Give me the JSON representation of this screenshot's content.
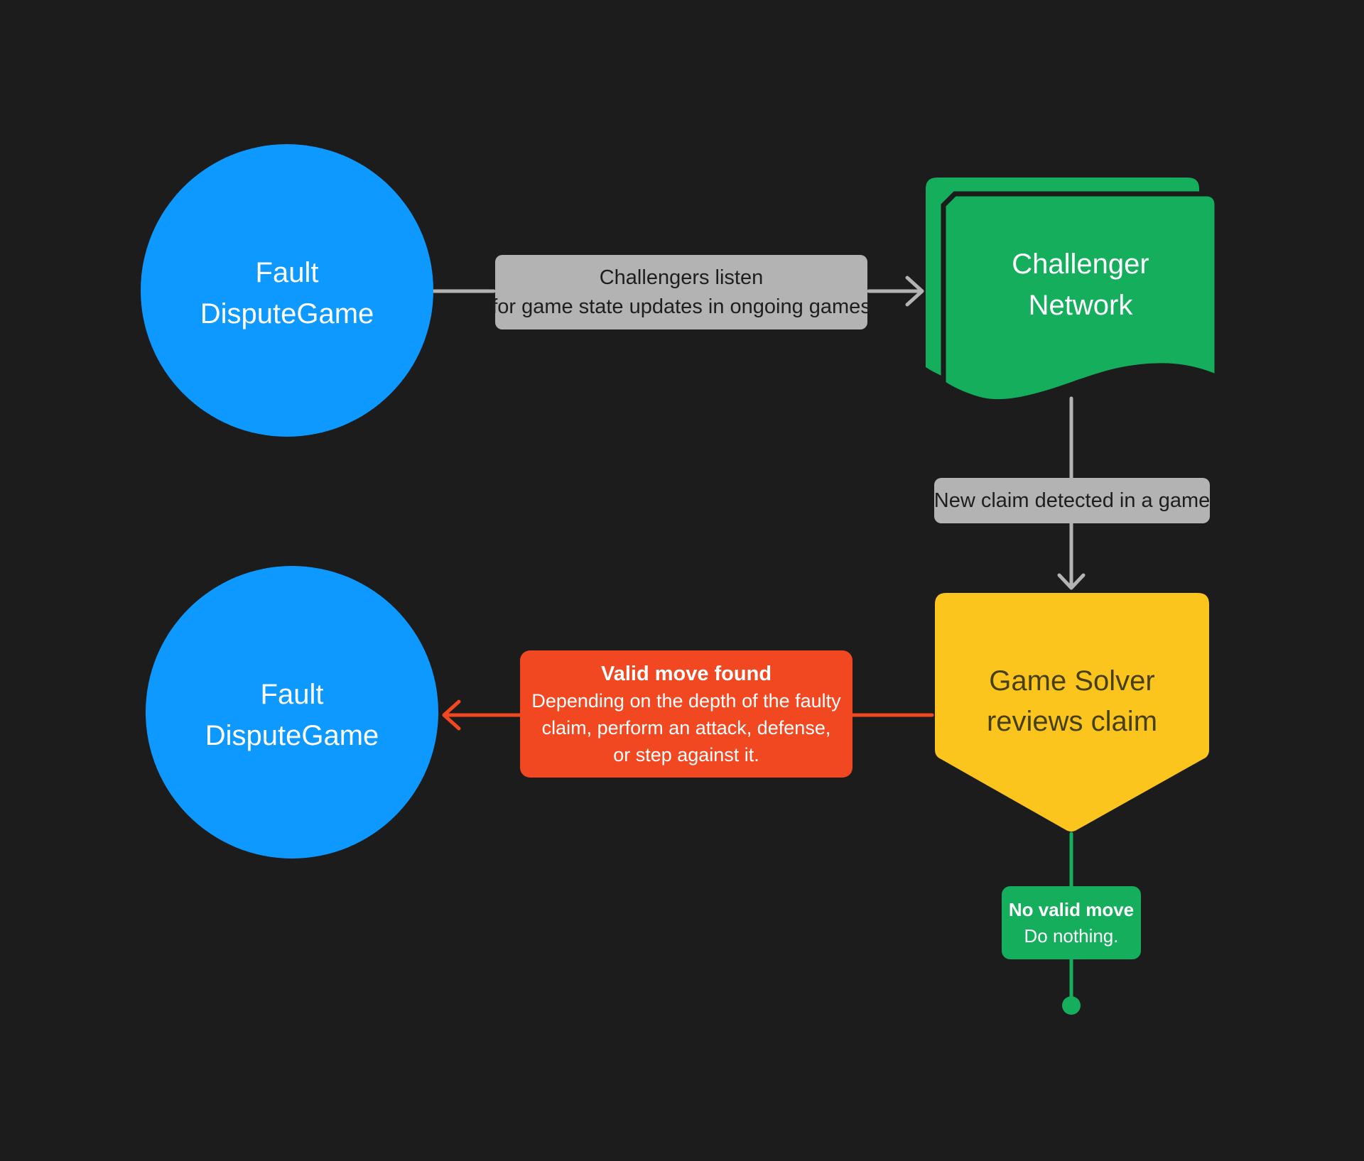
{
  "colors": {
    "background": "#1C1C1C",
    "blue": "#0D99FF",
    "green": "#14AE5C",
    "yellow": "#FBC51D",
    "red": "#F24822",
    "gray": "#B3B3B3",
    "dark_text": "#1E1E1E",
    "yellow_text": "#473F15",
    "white_text": "#FFFFFF"
  },
  "nodes": {
    "fault_top": {
      "line1": "Fault",
      "line2": "DisputeGame"
    },
    "challenger_network": {
      "line1": "Challenger",
      "line2": "Network"
    },
    "game_solver": {
      "line1": "Game Solver",
      "line2": "reviews claim"
    },
    "fault_bottom": {
      "line1": "Fault",
      "line2": "DisputeGame"
    }
  },
  "edges": {
    "listen": {
      "line1": "Challengers listen",
      "line2": "for game state updates in ongoing games"
    },
    "new_claim": {
      "text": "New claim detected in a game"
    },
    "valid_move": {
      "title": "Valid move found",
      "line1": "Depending on the depth of the faulty",
      "line2": "claim, perform an attack, defense,",
      "line3": "or step against it."
    },
    "no_valid_move": {
      "title": "No valid move",
      "line1": "Do nothing."
    }
  }
}
